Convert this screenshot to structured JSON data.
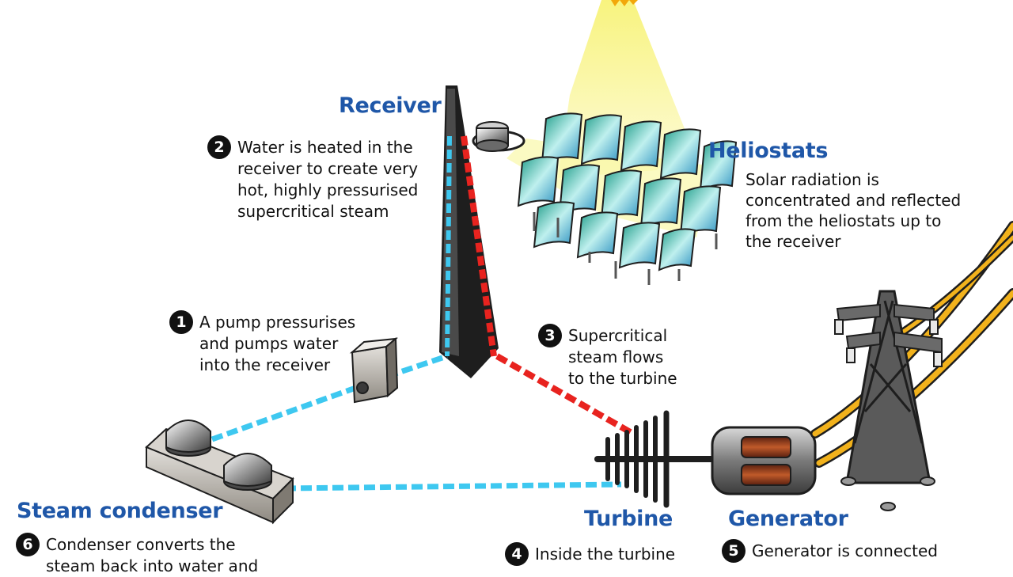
{
  "labels": {
    "receiver": "Receiver",
    "heliostats": "Heliostats",
    "steam_condenser": "Steam condenser",
    "turbine": "Turbine",
    "generator": "Generator"
  },
  "heliostats_desc": [
    "Solar radiation is",
    "concentrated and reflected",
    "from the heliostats up to",
    "the receiver"
  ],
  "steps": [
    {
      "number": "1",
      "lines": [
        "A pump pressurises",
        "and pumps water",
        "into the receiver"
      ]
    },
    {
      "number": "2",
      "lines": [
        "Water is heated in the",
        "receiver to create very",
        "hot, highly pressurised",
        "supercritical steam"
      ]
    },
    {
      "number": "3",
      "lines": [
        "Supercritical",
        "steam flows",
        "to the turbine"
      ]
    },
    {
      "number": "4",
      "lines": [
        "Inside the turbine"
      ]
    },
    {
      "number": "5",
      "lines": [
        "Generator is connected"
      ]
    },
    {
      "number": "6",
      "lines": [
        "Condenser converts the",
        "steam back into water and"
      ]
    }
  ],
  "colors": {
    "title_blue": "#1f57a8",
    "cold_water": "#3ec8f0",
    "hot_steam": "#e8231f",
    "power_line": "#f2b21c",
    "sun_beam": "#fbf7a0"
  }
}
